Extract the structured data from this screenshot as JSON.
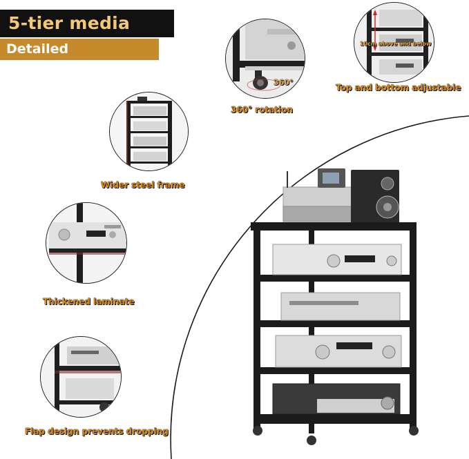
{
  "header": {
    "title": "5-tier media stand",
    "subtitle": "Detailed information"
  },
  "features": [
    {
      "caption": "360° rotation",
      "callout": "360°"
    },
    {
      "caption": "Top and bottom adjustable",
      "callout": "10cm above and below"
    },
    {
      "caption": "Wider steel frame"
    },
    {
      "caption": "Thickened laminate"
    },
    {
      "caption": "Flap design prevents dropping"
    }
  ],
  "colors": {
    "accent_gold": "#c58a2c",
    "title_bg": "#111111",
    "title_text": "#f2c879",
    "caption_orange": "#d98a1a",
    "frame_black": "#1a1a1a"
  }
}
